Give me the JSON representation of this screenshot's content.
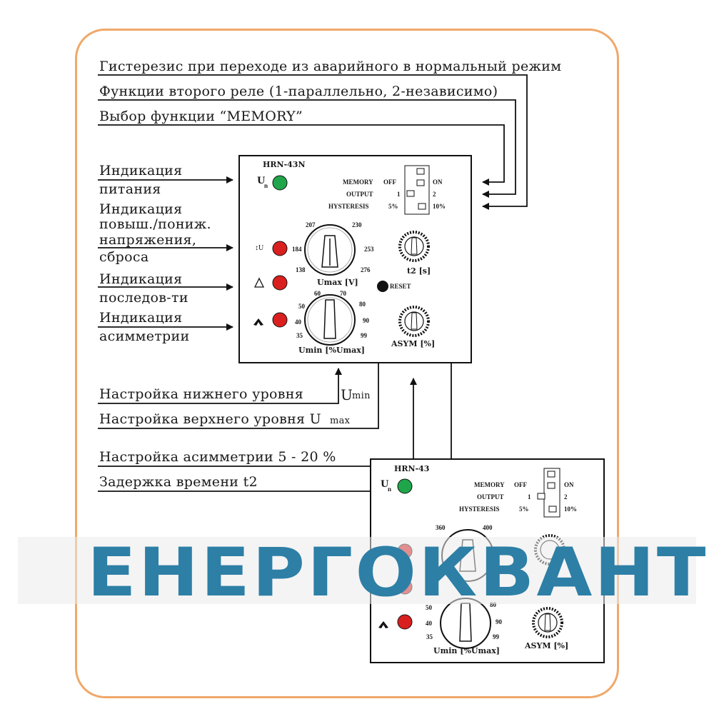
{
  "colors": {
    "frame": "#f0a86a",
    "led_green": "#1fa64a",
    "led_red": "#d9201f",
    "brand": "#2d7fa6"
  },
  "callouts": {
    "hysteresis": "Гистерезис при переходе из аварийного в нормальный режим",
    "relay2": "Функции второго реле (1-параллельно, 2-независимо)",
    "memory": "Выбор функции “MEMORY”",
    "power_1": "Индикация",
    "power_2": "питания",
    "voltage_1": "Индикация",
    "voltage_2": "повыш./пониж.",
    "voltage_3": "напряжения,",
    "voltage_4": "сброса",
    "sequence_1": "Индикация",
    "sequence_2": "последов-ти",
    "asym_1": "Индикация",
    "asym_2": "асимметрии",
    "umin_setting": "Настройка нижнего уровня",
    "umin_symbol": "U",
    "umin_sub": "min",
    "umax_setting": "Настройка верхнего уровня U",
    "umax_sub": "max",
    "asym_setting": "Настройка асимметрии 5 - 20 %",
    "delay_setting": "Задержка времени t2"
  },
  "device_top": {
    "title": "HRN-43N",
    "un_label": "U",
    "un_sub": "n",
    "memory": "MEMORY",
    "off": "OFF",
    "on": "ON",
    "output": "OUTPUT",
    "one": "1",
    "two": "2",
    "hysteresis": "HYSTERESIS",
    "five": "5%",
    "ten": "10%",
    "u_label": "↕U",
    "umax_ticks": [
      "207",
      "230",
      "184",
      "253",
      "138",
      "276"
    ],
    "umax_label": "Umax [V]",
    "umin_ticks": [
      "60",
      "70",
      "50",
      "80",
      "40",
      "90",
      "35",
      "99"
    ],
    "umin_label": "Umin [%Umax]",
    "t2_label": "t2 [s]",
    "asym_label": "ASYM  [%]",
    "reset": "RESET"
  },
  "device_bottom": {
    "title": "HRN-43",
    "un_label": "U",
    "un_sub": "n",
    "memory": "MEMORY",
    "off": "OFF",
    "on": "ON",
    "output": "OUTPUT",
    "one": "1",
    "two": "2",
    "hysteresis": "HYSTERESIS",
    "five": "5%",
    "ten": "10%",
    "umax_ticks": [
      "360",
      "400"
    ],
    "umin_ticks": [
      "50",
      "80",
      "40",
      "90",
      "35",
      "99"
    ],
    "umin_label": "Umin [%Umax]",
    "asym_label": "ASYM  [%]"
  },
  "watermark": "ЕНЕРГОКВАНТ"
}
